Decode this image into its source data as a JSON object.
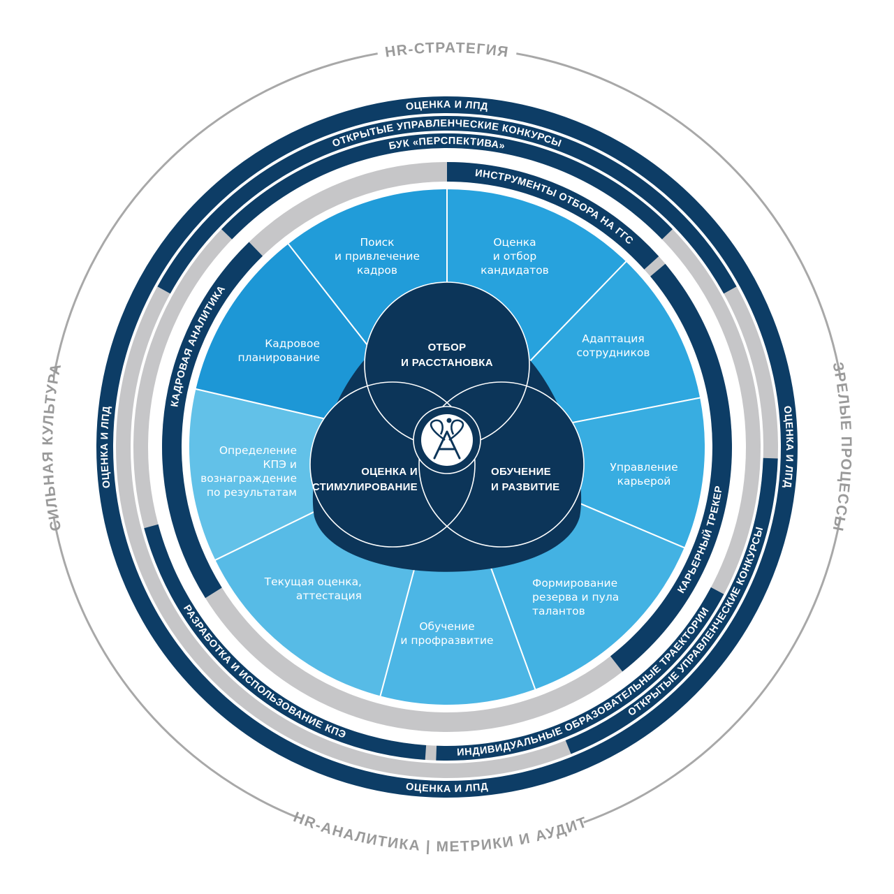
{
  "colors": {
    "navy": "#0d3d66",
    "core": "#0c3559",
    "gray": "#c6c6c8",
    "outer_gray": "#a8a8a8",
    "outer_text": "#9a9a9a",
    "wedge_shades": [
      "#2aa4de",
      "#2aa4de",
      "#2aa7df",
      "#34ace1",
      "#44b2e3",
      "#55bbe6",
      "#5fc0e8",
      "#6cc6ea",
      "#1f98d6",
      "#2aa1dc"
    ]
  },
  "outer_labels": {
    "top": "HR-СТРАТЕГИЯ",
    "left": "СИЛЬНАЯ КУЛЬТУРА",
    "right": "ЗРЕЛЫЕ ПРОЦЕССЫ",
    "bottom": "HR-АНАЛИТИКА  |  МЕТРИКИ И АУДИТ"
  },
  "rings": {
    "ring1": {
      "top": "ОЦЕНКА И ЛПД",
      "bottom": "ОЦЕНКА И ЛПД",
      "left": "ОЦЕНКА И ЛПД",
      "right": "ОЦЕНКА И ЛПД"
    },
    "ring2": {
      "top": "ОТКРЫТЫЕ УПРАВЛЕНЧЕСКИЕ КОНКУРСЫ",
      "bottom_right": "ОТКРЫТЫЕ УПРАВЛЕНЧЕСКИЕ КОНКУРСЫ"
    },
    "ring3": {
      "top": "БУК «ПЕРСПЕКТИВА»",
      "bottom_right": "ИНДИВИДУАЛЬНЫЕ ОБРАЗОВАТЕЛЬНЫЕ ТРАЕКТОРИИ",
      "bottom_left": "РАЗРАБОТКА И ИСПОЛЬЗОВАНИЕ КПЭ"
    },
    "ring4": {
      "top_right": "ИНСТРУМЕНТЫ ОТБОРА НА ГГС",
      "left": "КАДРОВАЯ АНАЛИТИКА",
      "right": "КАРЬЕРНЫЙ ТРЕКЕР"
    }
  },
  "wedges": [
    {
      "lines": [
        "Оценка",
        "и отбор",
        "кандидатов"
      ]
    },
    {
      "lines": [
        "Адаптация",
        "сотрудников"
      ]
    },
    {
      "lines": [
        "Управление",
        "карьерой"
      ]
    },
    {
      "lines": [
        "Формирование",
        "резерва и пула",
        "талантов"
      ]
    },
    {
      "lines": [
        "Обучение",
        "и профразвитие"
      ]
    },
    {
      "lines": [
        "Текущая оценка,",
        "аттестация"
      ]
    },
    {
      "lines": [
        "Определение",
        "КПЭ и",
        "вознаграждение",
        "по результатам"
      ]
    },
    {
      "lines": [
        "Кадровое",
        "планирование"
      ]
    },
    {
      "lines": [
        "Поиск",
        "и привлечение",
        "кадров"
      ]
    }
  ],
  "core": {
    "top": [
      "ОТБОР",
      "И РАССТАНОВКА"
    ],
    "left": [
      "ОЦЕНКА И",
      "СТИМУЛИРОВАНИЕ"
    ],
    "right": [
      "ОБУЧЕНИЕ",
      "И РАЗВИТИЕ"
    ]
  },
  "logo": {
    "icon": "agency-logo-icon"
  }
}
